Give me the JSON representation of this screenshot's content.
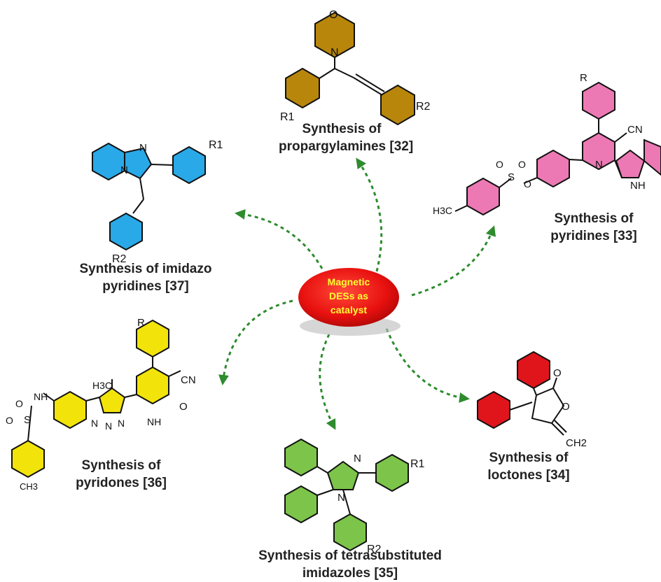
{
  "center": {
    "lines": [
      "Magnetic",
      "DESs as",
      "catalyst"
    ]
  },
  "captions": {
    "propargylamines": [
      "Synthesis of",
      "propargylamines [32]"
    ],
    "pyridines33": [
      "Synthesis of",
      "pyridines [33]"
    ],
    "lactones": [
      "Synthesis of",
      "loctones [34]"
    ],
    "imidazoles": [
      "Synthesis of tetrasubstituted",
      "imidazoles [35]"
    ],
    "pyridones": [
      "Synthesis of",
      "pyridones [36]"
    ],
    "imidazopyridines": [
      "Synthesis of imidazo",
      "pyridines [37]"
    ]
  },
  "labels": {
    "r": "R",
    "r1": "R1",
    "r2": "R2",
    "n": "N",
    "o": "O",
    "s": "S",
    "nh": "NH",
    "hn": "H",
    "h": "H",
    "cn": "CN",
    "h3c": "H3C",
    "ch2": "CH2",
    "ch3": "CH3",
    "nsub": "N"
  },
  "colors": {
    "brown": "#b8860b",
    "pink": "#ec79b4",
    "blue": "#29a9e8",
    "yellow": "#f2e40a",
    "green": "#7cc44a",
    "red": "#e0151b",
    "arrow": "#2e8b2e",
    "ellipse": "#e8110f",
    "ellipse_text": "#ffff33"
  }
}
